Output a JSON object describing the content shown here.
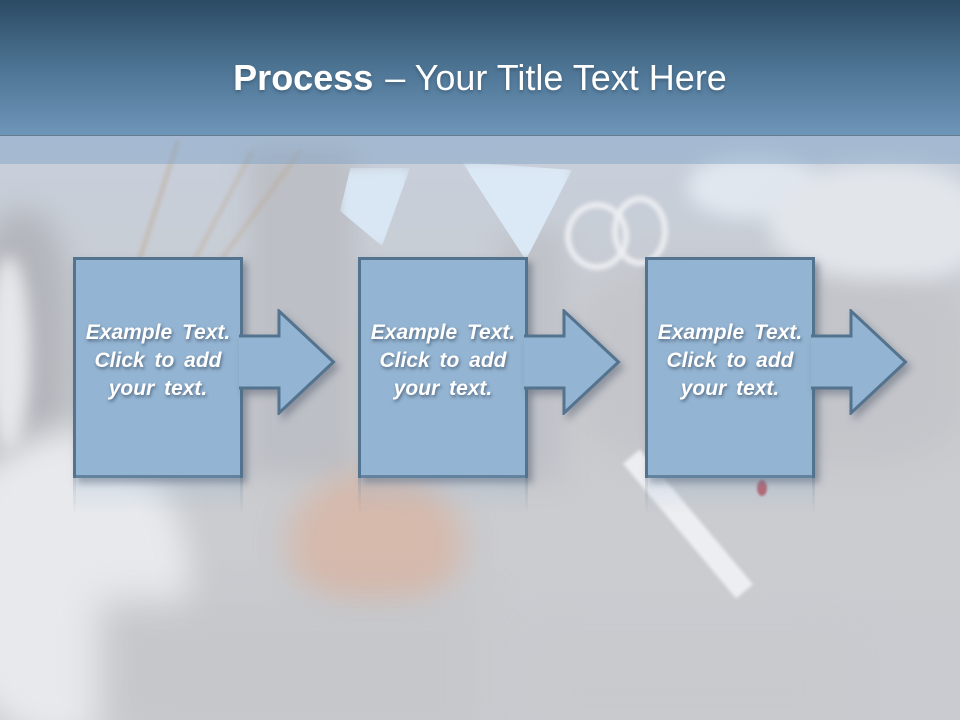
{
  "slide": {
    "title": {
      "bold": "Process",
      "rest": "– Your Title Text Here"
    }
  },
  "steps": [
    {
      "lines": [
        "Example Text.",
        "Click to add",
        "your text."
      ]
    },
    {
      "lines": [
        "Example Text.",
        "Click to add",
        "your text."
      ]
    },
    {
      "lines": [
        "Example Text.",
        "Click to add",
        "your text."
      ]
    }
  ],
  "colors": {
    "header-top": "#2c4a63",
    "header-bottom": "#6e96b9",
    "band": "rgba(120,158,196,0.42)",
    "box-fill": "#93b4d2",
    "box-border": "#53738f",
    "box-text": "#ffffff",
    "title-text": "#ffffff"
  }
}
